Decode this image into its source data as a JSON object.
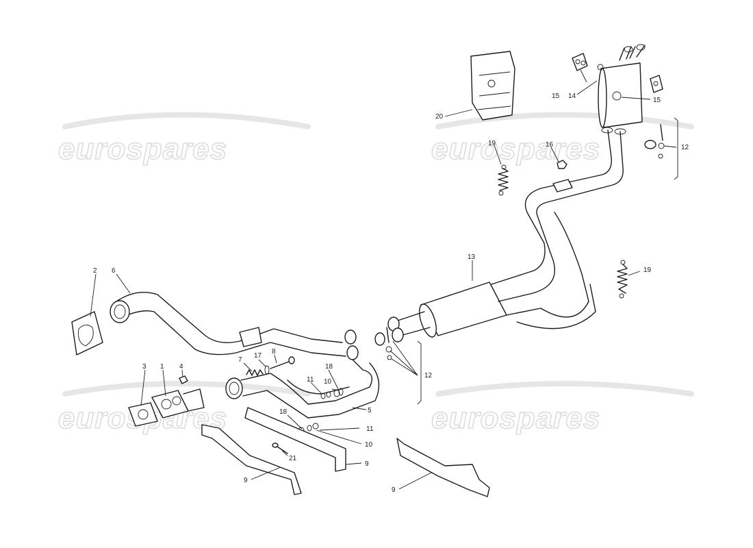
{
  "watermark": {
    "text": "eurospares"
  },
  "callouts": {
    "c1": "1",
    "c2": "2",
    "c3": "3",
    "c4": "4",
    "c5": "5",
    "c6": "6",
    "c7": "7",
    "c8": "8",
    "c9a": "9",
    "c9b": "9",
    "c9c": "9",
    "c10a": "10",
    "c10b": "10",
    "c11a": "11",
    "c11b": "11",
    "c12a": "12",
    "c12b": "12",
    "c13": "13",
    "c14": "14",
    "c15a": "15",
    "c15b": "15",
    "c16": "16",
    "c17": "17",
    "c18a": "18",
    "c18b": "18",
    "c19a": "19",
    "c19b": "19",
    "c20": "20",
    "c21": "21"
  }
}
